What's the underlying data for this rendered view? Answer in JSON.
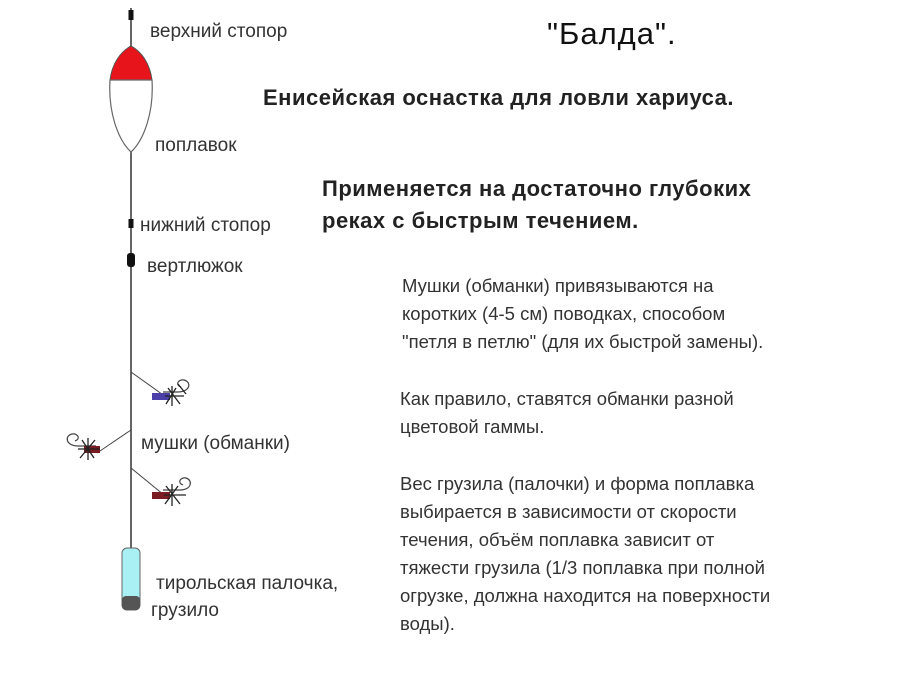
{
  "title": "\"Балда\".",
  "subtitle": "Енисейская оснастка для ловли хариуса.",
  "usage": [
    "Применяется на достаточно глубоких",
    "реках с быстрым течением."
  ],
  "labels": {
    "top_stopper": "верхний стопор",
    "float": "поплавок",
    "bottom_stopper": "нижний стопор",
    "swivel": "вертлюжок",
    "flies": "мушки (обманки)",
    "sinker_line1": "тирольская палочка,",
    "sinker_line2": "грузило"
  },
  "notes": {
    "flies_tie": [
      " Мушки (обманки) привязываются на",
      "коротких (4-5 см) поводках, способом",
      "\"петля в петлю\" (для их быстрой замены)."
    ],
    "colors": [
      "Как правило, ставятся обманки разной",
      "цветовой гаммы."
    ],
    "weight": [
      "Вес грузила (палочки) и форма поплавка",
      "выбирается в зависимости от скорости",
      "течения, объём поплавка зависит от",
      "тяжести грузила (1/3 поплавка при полной",
      "огрузке, должна находится на поверхности",
      "воды)."
    ]
  },
  "colors": {
    "float_top": "#e8141c",
    "sinker": "#a8f0f4",
    "fly_purple": "#4b3fa8",
    "fly_dark": "#7a1c22"
  }
}
